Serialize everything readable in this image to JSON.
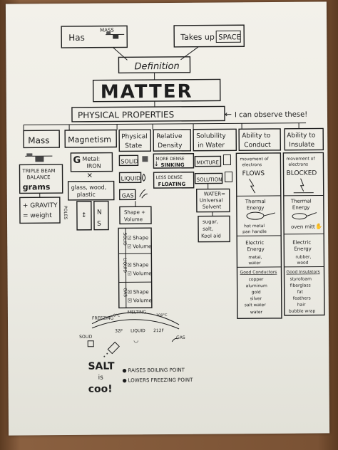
{
  "top": {
    "has_label": "Has",
    "mass_small": "MASS",
    "takes_up_label": "Takes up",
    "space_label": "SPACE",
    "definition_label": "Definition",
    "title": "MATTER",
    "physical_properties": "PHYSICAL PROPERTIES",
    "observe_note": "I can observe these!"
  },
  "columns": {
    "mass": {
      "header": "Mass",
      "triple_beam": [
        "TRIPLE BEAM",
        "BALANCE"
      ],
      "unit": "grams",
      "gravity_line1": "+ GRAVITY",
      "gravity_line2": "= weight"
    },
    "magnetism": {
      "header": "Magnetism",
      "metal": [
        "Metal:",
        "IRON"
      ],
      "nonmag": [
        "glass, wood,",
        "plastic"
      ],
      "poles": "POLES",
      "n": "N",
      "s": "S"
    },
    "physical_state": {
      "header": [
        "Physical",
        "State"
      ],
      "solid": "SOLID",
      "liquid": "LIQUID",
      "gas": "GAS",
      "shape_volume": [
        "Shape +",
        "Volume"
      ],
      "side_solid": "SOLID",
      "side_liquid": "LIQUID",
      "side_gas": "GAS",
      "check_rows": [
        "Shape",
        "Volume",
        "Shape",
        "Volume",
        "Shape",
        "Volume"
      ],
      "freezing": "FREEZING",
      "melting": "MELTING",
      "temp_0": "0°C",
      "temp_100": "100°C",
      "temp_32": "32F",
      "temp_212": "212F",
      "liquid_low": "LIQUID",
      "solid_low": "SOLID",
      "gas_low": "GAS"
    },
    "relative_density": {
      "header": [
        "Relative",
        "Density"
      ],
      "more_dense": [
        "MORE DENSE",
        "SINKING"
      ],
      "less_dense": [
        "LESS DENSE",
        "FLOATING"
      ]
    },
    "solubility": {
      "header": [
        "Solubility",
        "in Water"
      ],
      "mixture": "MIXTURE",
      "solution": "SOLUTION",
      "water_universal": [
        "WATER=",
        "Universal",
        "Solvent"
      ],
      "examples": [
        "sugar,",
        "salt,",
        "Kool aid"
      ]
    },
    "conduct": {
      "header": [
        "Ability to",
        "Conduct"
      ],
      "movement": [
        "movement of",
        "electrons"
      ],
      "flows": "FLOWS",
      "thermal": [
        "Thermal",
        "Energy"
      ],
      "thermal_ex": [
        "hot metal",
        "pan handle"
      ],
      "electric": [
        "Electric",
        "Energy"
      ],
      "electric_ex": [
        "metal,",
        "water"
      ],
      "good_title": "Good Conductors",
      "good_list": [
        "copper",
        "aluminum",
        "gold",
        "silver",
        "salt water",
        "water"
      ]
    },
    "insulate": {
      "header": [
        "Ability to",
        "Insulate"
      ],
      "movement": [
        "movement of",
        "electrons"
      ],
      "blocked": "BLOCKED",
      "thermal": [
        "Thermal",
        "Energy"
      ],
      "thermal_ex": "oven mitt",
      "electric": [
        "Electric",
        "Energy"
      ],
      "electric_ex": [
        "rubber,",
        "wood"
      ],
      "good_title": "Good Insulators",
      "good_list": [
        "styrofoam",
        "fiberglass",
        "fat",
        "feathers",
        "hair",
        "bubble wrap"
      ]
    }
  },
  "salt": {
    "word": "SALT",
    "is": "is",
    "cool": "coo!",
    "raises": "RAISES BOILING POINT",
    "lowers": "LOWERS FREEZING POINT"
  },
  "colors": {
    "ink": "#1e1e1e",
    "paper": "#f0efe8",
    "table": "#7a5234"
  }
}
